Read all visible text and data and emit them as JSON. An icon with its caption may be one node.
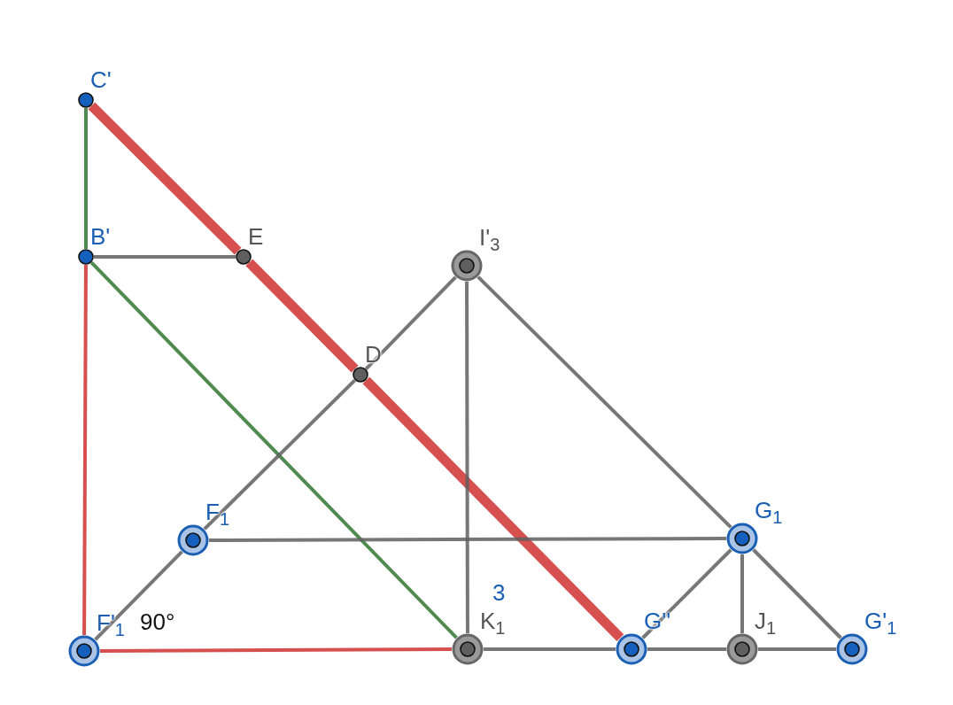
{
  "diagram": {
    "nodes": [
      {
        "text": [
          "C'"
        ]
      },
      {
        "text": [
          "B'"
        ]
      },
      {
        "text": [
          "E"
        ]
      },
      {
        "text": [
          "I'$_{3}$"
        ]
      },
      {
        "text": [
          "D"
        ]
      },
      {
        "text": [
          "F$_{1}$"
        ]
      },
      {
        "text": [
          "G$_{1}$"
        ]
      },
      {
        "text": [
          "F'$_{1}$"
        ]
      },
      {
        "text": [
          "K$_{1}$"
        ]
      },
      {
        "text": [
          "G''"
        ]
      },
      {
        "text": [
          "J$_{1}$"
        ]
      },
      {
        "text": [
          "G'$_{1}$"
        ]
      }
    ],
    "edges": [
      {
        "from": 0,
        "to": 1,
        "arrow": "none",
        "color": "#4f8a4f"
      },
      {
        "from": 1,
        "to": 7,
        "arrow": "none",
        "color": "#d65050"
      },
      {
        "from": 0,
        "to": 2,
        "arrow": "none",
        "style": "thick",
        "color": "#d65050"
      },
      {
        "from": 2,
        "to": 4,
        "arrow": "none",
        "style": "thick",
        "color": "#d65050"
      },
      {
        "from": 4,
        "to": 9,
        "arrow": "none",
        "style": "thick",
        "color": "#d65050"
      },
      {
        "from": 1,
        "to": 2,
        "arrow": "none"
      },
      {
        "from": 1,
        "to": 8,
        "arrow": "none",
        "color": "#4f8a4f"
      },
      {
        "from": 7,
        "to": 8,
        "arrow": "none",
        "color": "#d65050"
      },
      {
        "from": 7,
        "to": 5,
        "arrow": "none"
      },
      {
        "from": 5,
        "to": 4,
        "arrow": "none"
      },
      {
        "from": 4,
        "to": 3,
        "arrow": "none"
      },
      {
        "from": 3,
        "to": 8,
        "arrow": "none"
      },
      {
        "from": 3,
        "to": 6,
        "arrow": "none"
      },
      {
        "from": 6,
        "to": 11,
        "arrow": "none"
      },
      {
        "from": 5,
        "to": 6,
        "arrow": "none"
      },
      {
        "from": 6,
        "to": 9,
        "arrow": "none"
      },
      {
        "from": 6,
        "to": 10,
        "arrow": "none"
      },
      {
        "from": 8,
        "to": 9,
        "arrow": "none"
      },
      {
        "from": 9,
        "to": 10,
        "arrow": "none"
      },
      {
        "from": 10,
        "to": 11,
        "arrow": "none"
      }
    ],
    "labels": [
      "90°",
      "3"
    ]
  }
}
